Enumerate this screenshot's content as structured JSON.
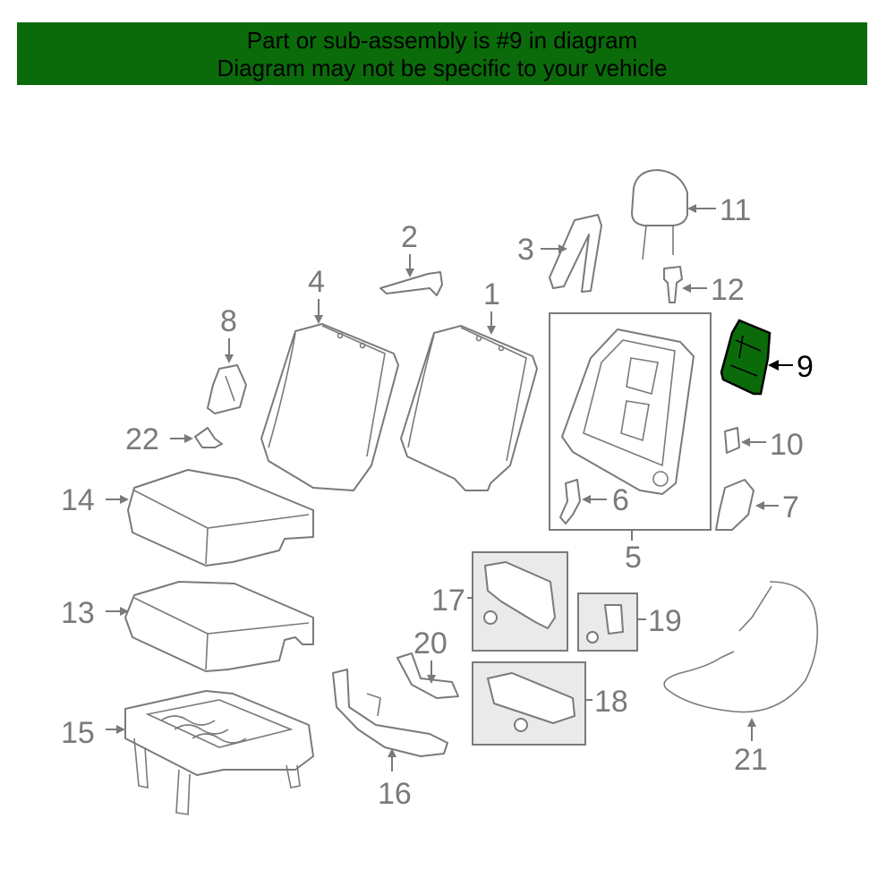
{
  "banner": {
    "line1": "Part or sub-assembly is #9 in diagram",
    "line2": "Diagram may not be specific to your vehicle",
    "background": "#0b6b0b"
  },
  "highlight_color": "#0b6b0b",
  "callouts": {
    "c1": "1",
    "c2": "2",
    "c3": "3",
    "c4": "4",
    "c5": "5",
    "c6": "6",
    "c7": "7",
    "c8": "8",
    "c9": "9",
    "c10": "10",
    "c11": "11",
    "c12": "12",
    "c13": "13",
    "c14": "14",
    "c15": "15",
    "c16": "16",
    "c17": "17",
    "c18": "18",
    "c19": "19",
    "c20": "20",
    "c21": "21",
    "c22": "22"
  },
  "highlighted_part": "9"
}
